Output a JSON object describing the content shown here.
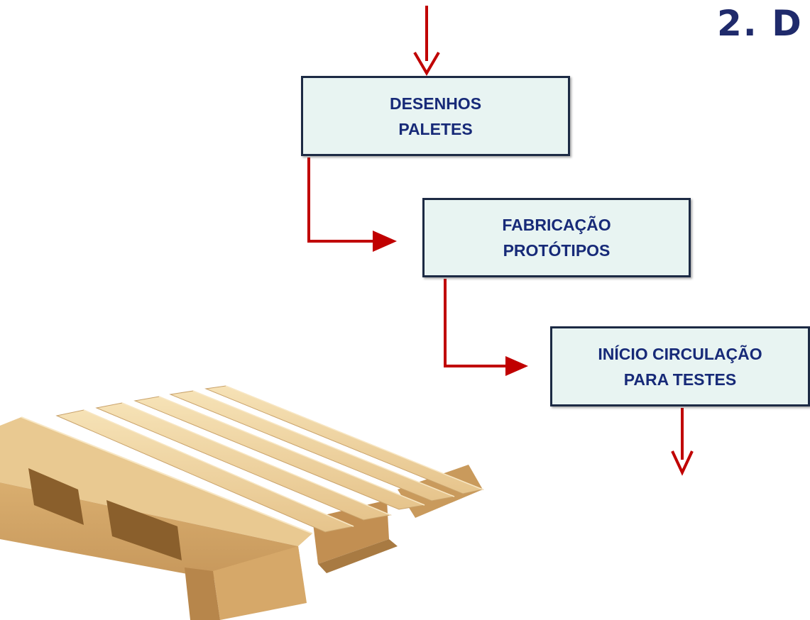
{
  "heading": {
    "text": "2. D"
  },
  "boxes": [
    {
      "line1": "DESENHOS",
      "line2": "PALETES"
    },
    {
      "line1": "FABRICAÇÃO",
      "line2": "PROTÓTIPOS"
    },
    {
      "line1": "INÍCIO CIRCULAÇÃO",
      "line2": "PARA TESTES"
    }
  ],
  "colors": {
    "arrow": "#c00000",
    "box_fill": "#e8f4f2",
    "box_border": "#1c2a44",
    "box_text": "#172a78",
    "heading": "#1f2a6b",
    "wood_light": "#f3d9a6",
    "wood_mid": "#dcb57a",
    "wood_dark": "#b88a4e"
  },
  "image": {
    "subject": "wooden-pallet"
  }
}
